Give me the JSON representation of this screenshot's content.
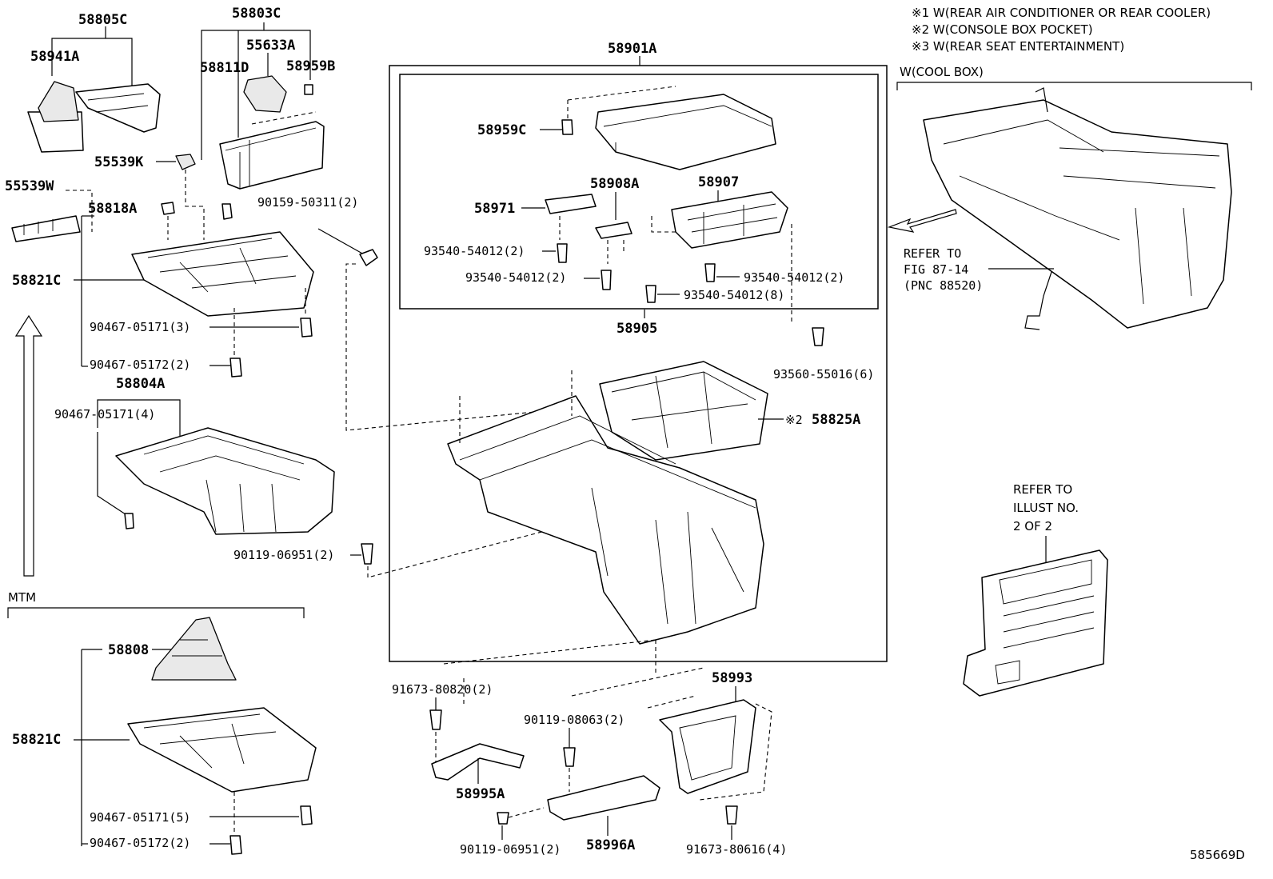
{
  "notes": [
    "※1 W(REAR AIR CONDITIONER OR REAR COOLER)",
    "※2 W(CONSOLE BOX POCKET)",
    "※3 W(REAR SEAT ENTERTAINMENT)"
  ],
  "cool_box_label": "W(COOL BOX)",
  "refer_fig": [
    "REFER TO",
    "FIG 87-14",
    "(PNC 88520)"
  ],
  "refer_illust": [
    "REFER TO",
    "ILLUST NO.",
    "2 OF 2"
  ],
  "mtm_label": "MTM",
  "figure_id": "585669D",
  "parts": {
    "p58805C": "58805C",
    "p58941A": "58941A",
    "p58803C": "58803C",
    "p55633A": "55633A",
    "p58811D": "58811D",
    "p58959B": "58959B",
    "p55539K": "55539K",
    "p55539W": "55539W",
    "p58818A": "58818A",
    "p58821C_top": "58821C",
    "p90159": "90159-50311(2)",
    "p90467_05171_3": "90467-05171(3)",
    "p90467_05172_2_top": "90467-05172(2)",
    "p58804A": "58804A",
    "p90467_05171_4": "90467-05171(4)",
    "p90119_06951_top": "90119-06951(2)",
    "p58901A": "58901A",
    "p58959C": "58959C",
    "p58908A": "58908A",
    "p58907": "58907",
    "p58971": "58971",
    "p93540_a": "93540-54012(2)",
    "p93540_b": "93540-54012(2)",
    "p93540_c": "93540-54012(2)",
    "p93540_d": "93540-54012(8)",
    "p58905": "58905",
    "p93560": "93560-55016(6)",
    "p58825A_mark": "※2",
    "p58825A": "58825A",
    "p58808": "58808",
    "p58821C_bottom": "58821C",
    "p90467_05171_5": "90467-05171(5)",
    "p90467_05172_2_bottom": "90467-05172(2)",
    "p91673_80820": "91673-80820(2)",
    "p58995A": "58995A",
    "p90119_08063": "90119-08063(2)",
    "p90119_06951_bottom": "90119-06951(2)",
    "p58996A": "58996A",
    "p58993": "58993",
    "p91673_80616": "91673-80616(4)"
  }
}
